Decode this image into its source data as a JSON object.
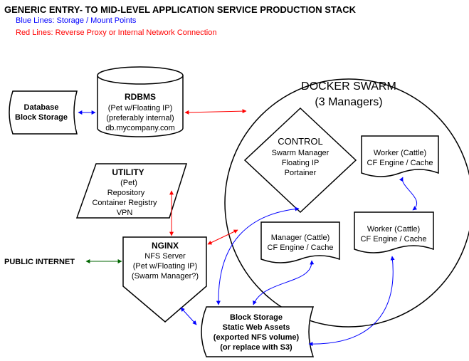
{
  "title": "GENERIC ENTRY- TO MID-LEVEL APPLICATION SERVICE PRODUCTION STACK",
  "legend": {
    "blue": "Blue Lines: Storage / Mount Points",
    "red": "Red Lines: Reverse Proxy or Internal Network Connection",
    "blue_color": "#0000ff",
    "red_color": "#ff0000",
    "green_color": "#006600"
  },
  "nodes": {
    "database_storage": {
      "lines": [
        "Database",
        "Block Storage"
      ]
    },
    "rdbms": {
      "title": "RDBMS",
      "lines": [
        "(Pet w/Floating IP)",
        "(preferably internal)",
        "db.mycompany.com"
      ]
    },
    "docker_swarm": {
      "lines": [
        "DOCKER SWARM",
        "(3 Managers)"
      ]
    },
    "control": {
      "title": "CONTROL",
      "lines": [
        "Swarm Manager",
        "Floating IP",
        "Portainer"
      ]
    },
    "worker1": {
      "lines": [
        "Worker (Cattle)",
        "CF Engine / Cache"
      ]
    },
    "worker2": {
      "lines": [
        "Worker (Cattle)",
        "CF Engine / Cache"
      ]
    },
    "manager": {
      "lines": [
        "Manager (Cattle)",
        "CF Engine / Cache"
      ]
    },
    "utility": {
      "title": "UTILITY",
      "lines": [
        "(Pet)",
        "Repository",
        "Container Registry",
        "VPN"
      ]
    },
    "nginx": {
      "title": "NGINX",
      "lines": [
        "NFS Server",
        "(Pet w/Floating IP)",
        "(Swarm Manager?)"
      ]
    },
    "public_internet": {
      "label": "PUBLIC INTERNET"
    },
    "block_storage": {
      "lines": [
        "Block Storage",
        "Static Web Assets",
        "(exported NFS volume)",
        "(or replace with S3)"
      ]
    }
  }
}
